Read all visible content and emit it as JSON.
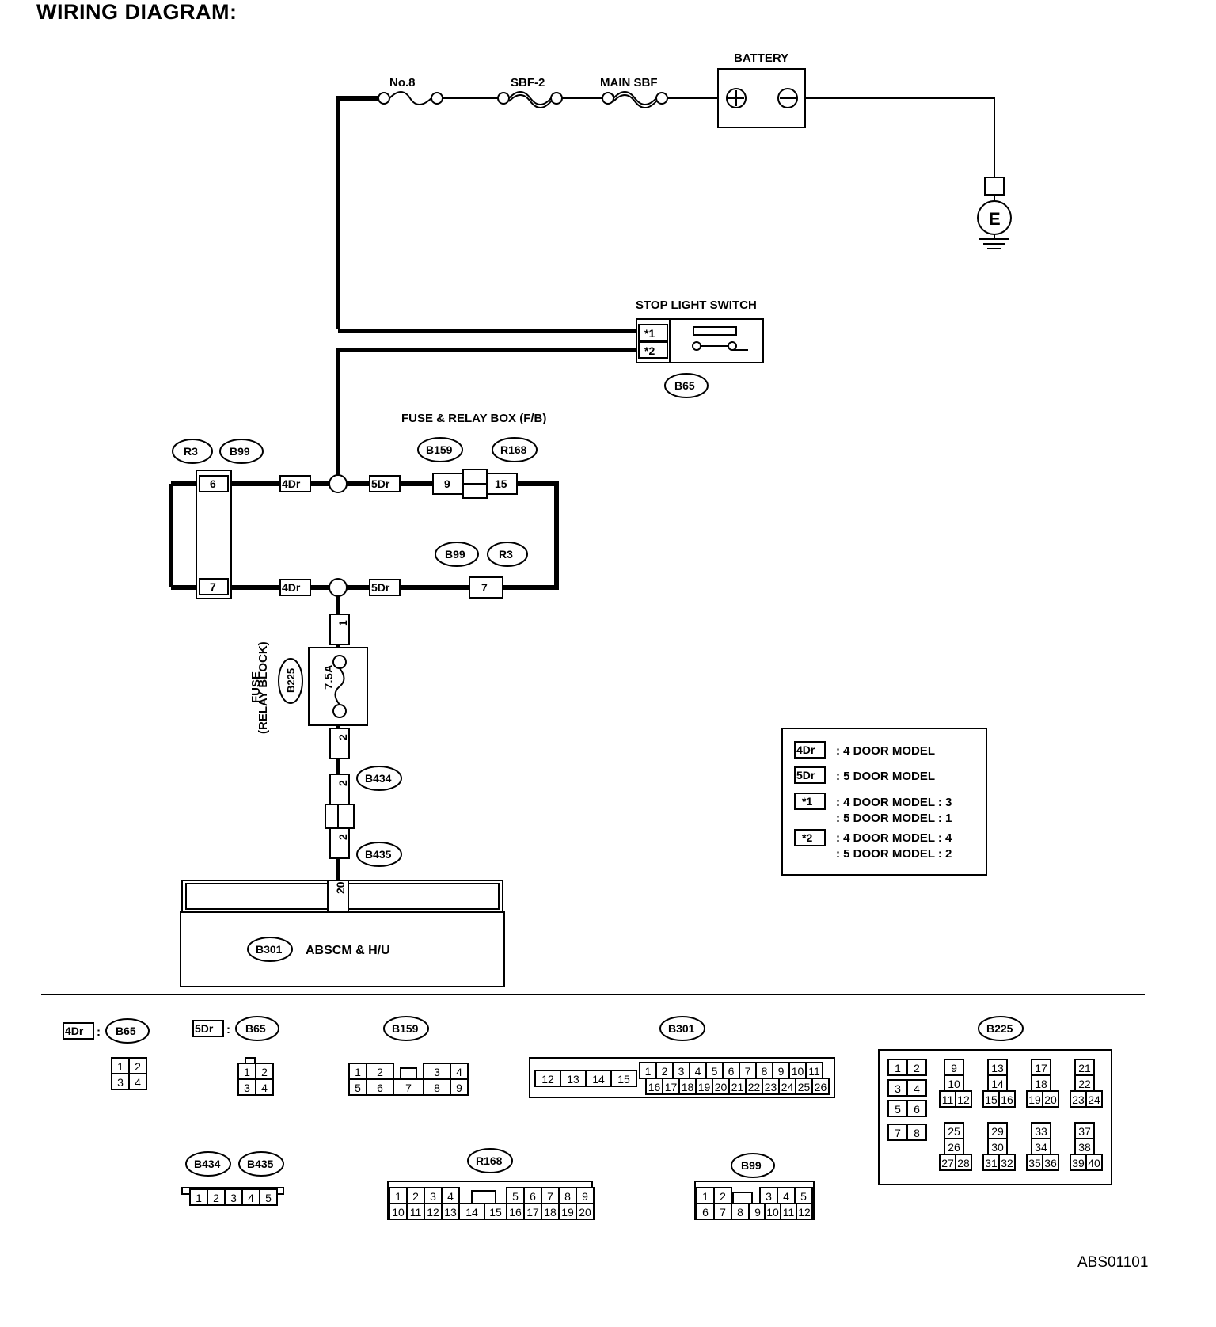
{
  "title": "WIRING DIAGRAM:",
  "drawing_code": "ABS01101",
  "components": {
    "battery": "BATTERY",
    "fuse_no8": "No.8",
    "sbf2": "SBF-2",
    "main_sbf": "MAIN SBF",
    "ground": "E",
    "stop_light_switch": "STOP LIGHT SWITCH",
    "fuse_relay_box": "FUSE & RELAY BOX (F/B)",
    "fuse": "FUSE",
    "relay_block": "(RELAY BLOCK)",
    "fuse_rating": "7.5A",
    "abscm": "ABSCM & H/U"
  },
  "connectors": {
    "b65": "B65",
    "r3": "R3",
    "b99": "B99",
    "b159": "B159",
    "r168": "R168",
    "b225": "B225",
    "b434": "B434",
    "b435": "B435",
    "b301": "B301"
  },
  "markers": {
    "door4": "4Dr",
    "door5": "5Dr",
    "star1": "*1",
    "star2": "*2",
    "colon": ":"
  },
  "pins": {
    "sw1": "*1",
    "sw2": "*2",
    "p6": "6",
    "p7a": "7",
    "p9": "9",
    "p15": "15",
    "p7b": "7",
    "p1": "1",
    "p2a": "2",
    "p2b": "2",
    "p2c": "2",
    "p20": "20"
  },
  "legend": [
    {
      "key": "4Dr",
      "text": ": 4 DOOR MODEL"
    },
    {
      "key": "5Dr",
      "text": ": 5 DOOR MODEL"
    },
    {
      "key": "*1",
      "text": ": 4 DOOR MODEL : 3",
      "text2": ": 5 DOOR MODEL : 1"
    },
    {
      "key": "*2",
      "text": ": 4 DOOR MODEL : 4",
      "text2": ": 5 DOOR MODEL : 2"
    }
  ],
  "connector_views": {
    "b65_4dr": {
      "rows": [
        [
          "1",
          "2"
        ],
        [
          "3",
          "4"
        ]
      ]
    },
    "b65_5dr": {
      "rows": [
        [
          "1",
          "2"
        ],
        [
          "3",
          "4"
        ]
      ]
    },
    "b159": {
      "top": [
        "1",
        "2",
        "3",
        "4"
      ],
      "bottom": [
        "5",
        "6",
        "7",
        "8",
        "9"
      ]
    },
    "b301": {
      "left": [
        "12",
        "13",
        "14",
        "15"
      ],
      "top": [
        "1",
        "2",
        "3",
        "4",
        "5",
        "6",
        "7",
        "8",
        "9",
        "10",
        "11"
      ],
      "bottom": [
        "16",
        "17",
        "18",
        "19",
        "20",
        "21",
        "22",
        "23",
        "24",
        "25",
        "26"
      ]
    },
    "b225": {
      "left": [
        "1",
        "2",
        "3",
        "4",
        "5",
        "6",
        "7",
        "8"
      ],
      "groups": [
        [
          "9",
          "10",
          "11",
          "12"
        ],
        [
          "13",
          "14",
          "15",
          "16"
        ],
        [
          "17",
          "18",
          "19",
          "20"
        ],
        [
          "21",
          "22",
          "23",
          "24"
        ],
        [
          "25",
          "26",
          "27",
          "28"
        ],
        [
          "29",
          "30",
          "31",
          "32"
        ],
        [
          "33",
          "34",
          "35",
          "36"
        ],
        [
          "37",
          "38",
          "39",
          "40"
        ]
      ]
    },
    "b434": {
      "pins": [
        "1",
        "2",
        "3",
        "4",
        "5"
      ]
    },
    "r168": {
      "top": [
        "1",
        "2",
        "3",
        "4",
        "5",
        "6",
        "7",
        "8",
        "9"
      ],
      "bottom": [
        "10",
        "11",
        "12",
        "13",
        "14",
        "15",
        "16",
        "17",
        "18",
        "19",
        "20"
      ]
    },
    "b99": {
      "top": [
        "1",
        "2",
        "3",
        "4",
        "5"
      ],
      "bottom": [
        "6",
        "7",
        "8",
        "9",
        "10",
        "11",
        "12"
      ]
    }
  }
}
